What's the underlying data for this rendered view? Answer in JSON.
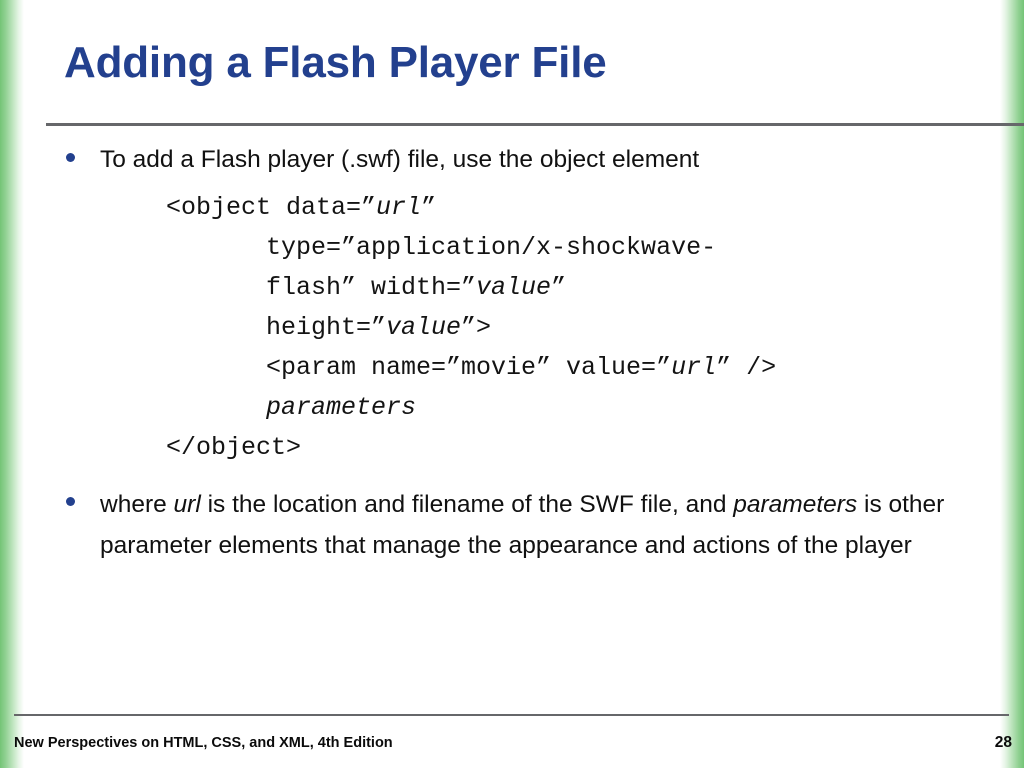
{
  "slide": {
    "title": "Adding a Flash Player File",
    "title_color": "#23408e",
    "background_color": "#ffffff",
    "accent_edge_color": "#74c476",
    "rule_color": "#66676a"
  },
  "bullets": [
    {
      "marker": "bullet-dot",
      "text": "To add a Flash player (.swf) file, use the object element"
    }
  ],
  "code": {
    "lines": [
      {
        "indent": false,
        "parts": [
          {
            "text": "<object data=”",
            "italic": false
          },
          {
            "text": "url",
            "italic": true
          },
          {
            "text": "”",
            "italic": false
          }
        ]
      },
      {
        "indent": true,
        "parts": [
          {
            "text": "type=”application/x-shockwave-",
            "italic": false
          }
        ]
      },
      {
        "indent": true,
        "parts": [
          {
            "text": "flash” width=”",
            "italic": false
          },
          {
            "text": "value",
            "italic": true
          },
          {
            "text": "”",
            "italic": false
          }
        ]
      },
      {
        "indent": true,
        "parts": [
          {
            "text": "height=”",
            "italic": false
          },
          {
            "text": "value",
            "italic": true
          },
          {
            "text": "”>",
            "italic": false
          }
        ]
      },
      {
        "indent": true,
        "parts": [
          {
            "text": "<param name=”movie” value=”",
            "italic": false
          },
          {
            "text": "url",
            "italic": true
          },
          {
            "text": "” />",
            "italic": false
          }
        ]
      },
      {
        "indent": true,
        "parts": [
          {
            "text": "parameters",
            "italic": true
          }
        ]
      },
      {
        "indent": false,
        "parts": [
          {
            "text": "</object>",
            "italic": false
          }
        ]
      }
    ]
  },
  "paragraph2": {
    "marker": "bullet-dot",
    "parts": [
      {
        "text": "where ",
        "italic": false
      },
      {
        "text": "url",
        "italic": true
      },
      {
        "text": " is the location and filename of the SWF file, and ",
        "italic": false
      },
      {
        "text": "parameters",
        "italic": true
      },
      {
        "text": " is other parameter elements that manage the appearance and actions of the player",
        "italic": false
      }
    ]
  },
  "footer": {
    "source": "New Perspectives on HTML, CSS, and XML, 4th Edition",
    "page_number": "28"
  }
}
